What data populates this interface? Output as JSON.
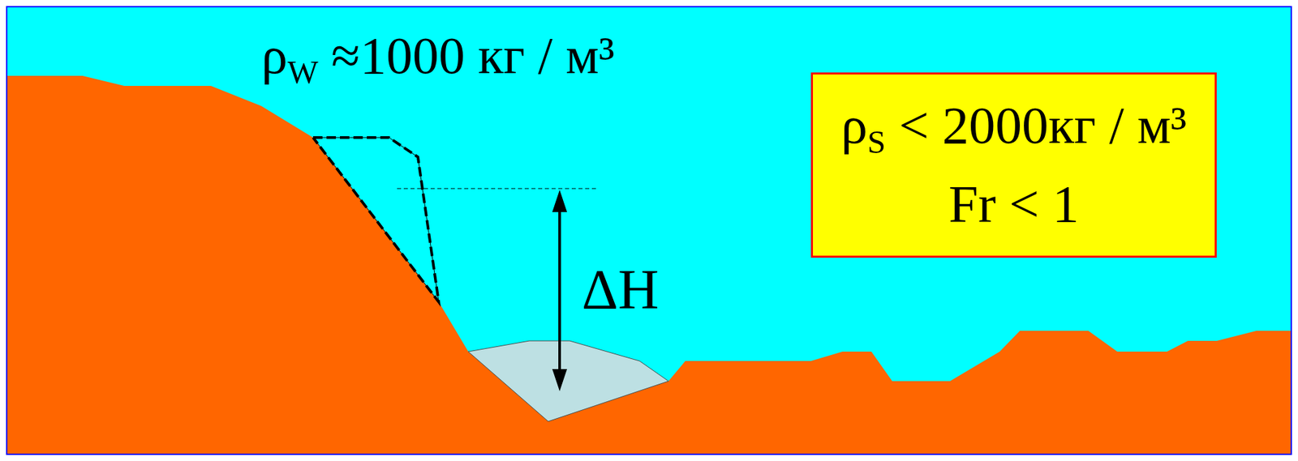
{
  "diagram": {
    "nodes": [
      {
        "text": [
          "ρS < 2000кг / м³",
          "Fr < 1"
        ]
      }
    ],
    "labels": [
      "ρW ≈1000 кг / м³",
      "ΔH"
    ]
  }
}
